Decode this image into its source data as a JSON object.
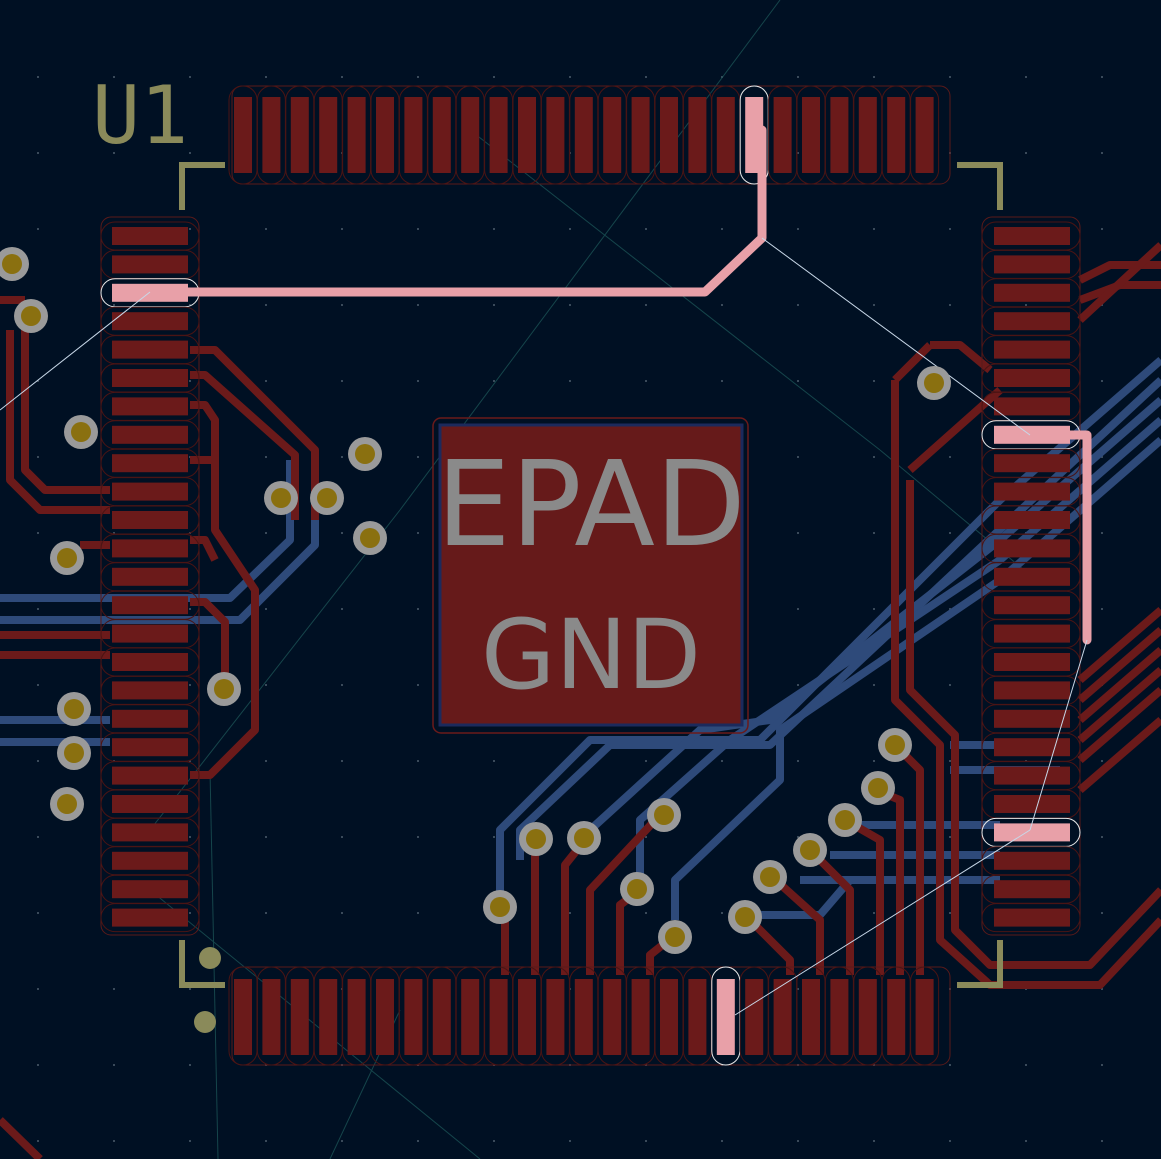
{
  "board": {
    "reference": "U1",
    "exposed_pad": {
      "name": "EPAD",
      "net": "GND"
    }
  },
  "colors": {
    "background": "#001023",
    "front_copper": "#661a1a",
    "front_copper_pad": "#6b1a1a",
    "back_copper": "#2e4a7a",
    "highlight": "#e8a0a8",
    "silkscreen": "#8a8a5a",
    "via_ring": "#9a9a9a",
    "via_hole": "#8a7010",
    "ratsnest": "#c8d8e8"
  }
}
